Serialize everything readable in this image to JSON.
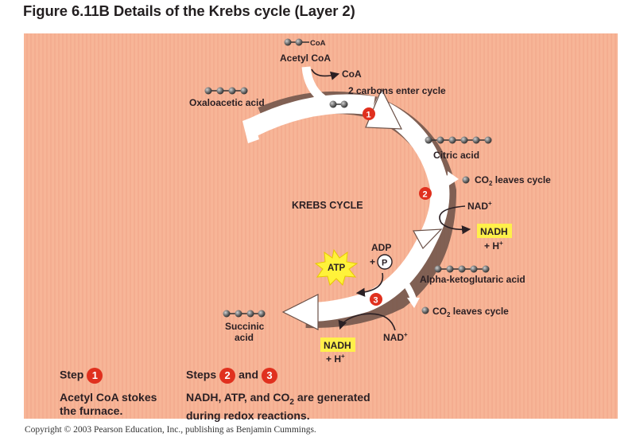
{
  "figure": {
    "title": "Figure 6.11B  Details of the Krebs cycle (Layer 2)",
    "copyright": "Copyright © 2003 Pearson Education, Inc., publishing as Benjamin Cummings."
  },
  "cycle": {
    "label": "KREBS CYCLE",
    "acetyl_coa": {
      "name": "Acetyl CoA",
      "carbons": 2,
      "tag": "CoA"
    },
    "coa_released": "CoA",
    "carbons_enter": "2 carbons enter cycle",
    "molecules": [
      {
        "name": "Oxaloacetic acid",
        "carbons": 4
      },
      {
        "name": "Citric acid",
        "carbons": 6
      },
      {
        "name": "Alpha-ketoglutaric acid",
        "carbons": 5
      },
      {
        "name_line1": "Succinic",
        "name_line2": "acid",
        "carbons": 4
      }
    ],
    "co2_events": [
      {
        "label_prefix": "CO",
        "sub": "2",
        "label_suffix": " leaves cycle"
      },
      {
        "label_prefix": "CO",
        "sub": "2",
        "label_suffix": " leaves cycle"
      }
    ],
    "redox": [
      {
        "step": "2",
        "input": "NAD",
        "input_sup": "+",
        "output": "NADH",
        "plus": "+ H",
        "plus_sup": "+"
      },
      {
        "step": "3",
        "input": "NAD",
        "input_sup": "+",
        "output": "NADH",
        "plus": "+ H",
        "plus_sup": "+"
      }
    ],
    "atp": {
      "input": "ADP",
      "plus": "+",
      "phosphate": "P",
      "output": "ATP"
    },
    "step_badges": [
      "1",
      "2",
      "3"
    ]
  },
  "legend": {
    "step1": {
      "label": "Step",
      "badge": "1",
      "desc_line1": "Acetyl CoA stokes",
      "desc_line2": "the furnace."
    },
    "step23": {
      "label": "Steps",
      "badge_a": "2",
      "connector": "and",
      "badge_b": "3",
      "desc_line1_a": "NADH, ATP, and CO",
      "desc_line1_sub": "2",
      "desc_line1_b": " are generated",
      "desc_line2": "during redox reactions."
    }
  },
  "colors": {
    "background_panel": "#f7b597",
    "arrow": "#ffffff",
    "arrow_shadow": "#6b5148",
    "badge": "#e0301e",
    "nadh_highlight": "#fff04a",
    "atp_star": "#fff23a",
    "carbon": "#6e6e6e"
  }
}
